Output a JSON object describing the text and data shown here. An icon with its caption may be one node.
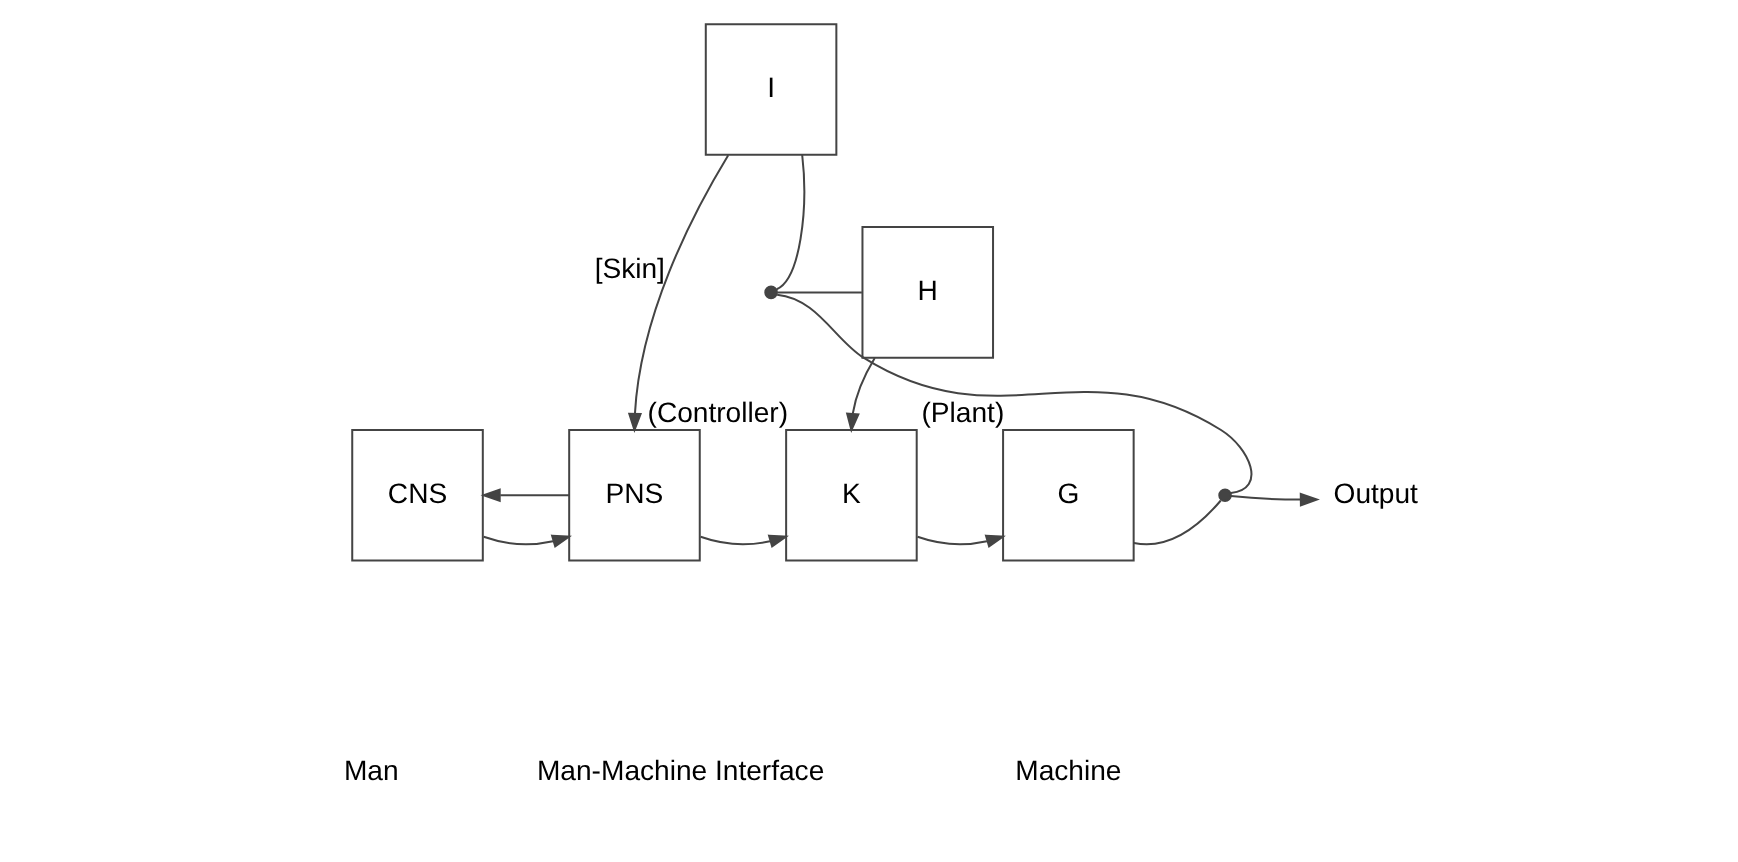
{
  "diagram": {
    "nodes": [
      {
        "text": [
          "CNS"
        ]
      },
      {
        "text": [
          "PNS"
        ]
      },
      {
        "text": [
          "I"
        ]
      },
      {
        "text": [
          "H"
        ]
      },
      {
        "text": [
          "K"
        ],
        "beside": [
          "(Controller)"
        ]
      },
      {
        "text": [
          "G"
        ],
        "beside": [
          "(Plant)"
        ]
      },
      {
        "text": [],
        "shape": "circle"
      },
      {
        "text": [],
        "shape": "circle"
      },
      {
        "text": [
          "Output"
        ]
      }
    ],
    "edges": [
      {
        "from": 0,
        "to": 1,
        "arrow": "to"
      },
      {
        "from": 1,
        "to": 0,
        "arrow": "to"
      },
      {
        "from": 2,
        "to": 1,
        "arrow": "to",
        "label": "[Skin]"
      },
      {
        "from": 1,
        "to": 4,
        "arrow": "to"
      },
      {
        "from": 3,
        "to": 4,
        "arrow": "to"
      },
      {
        "from": 4,
        "to": 5,
        "arrow": "to"
      },
      {
        "from": 5,
        "to": 7,
        "arrow": "none"
      },
      {
        "from": 7,
        "to": 8,
        "arrow": "to"
      },
      {
        "from": 7,
        "to": 6,
        "arrow": "none"
      },
      {
        "from": 6,
        "to": 3,
        "arrow": "none"
      },
      {
        "from": 6,
        "to": 2,
        "arrow": "none"
      }
    ],
    "labels": [
      "Man",
      "Man-Machine Interface",
      "Machine"
    ]
  }
}
